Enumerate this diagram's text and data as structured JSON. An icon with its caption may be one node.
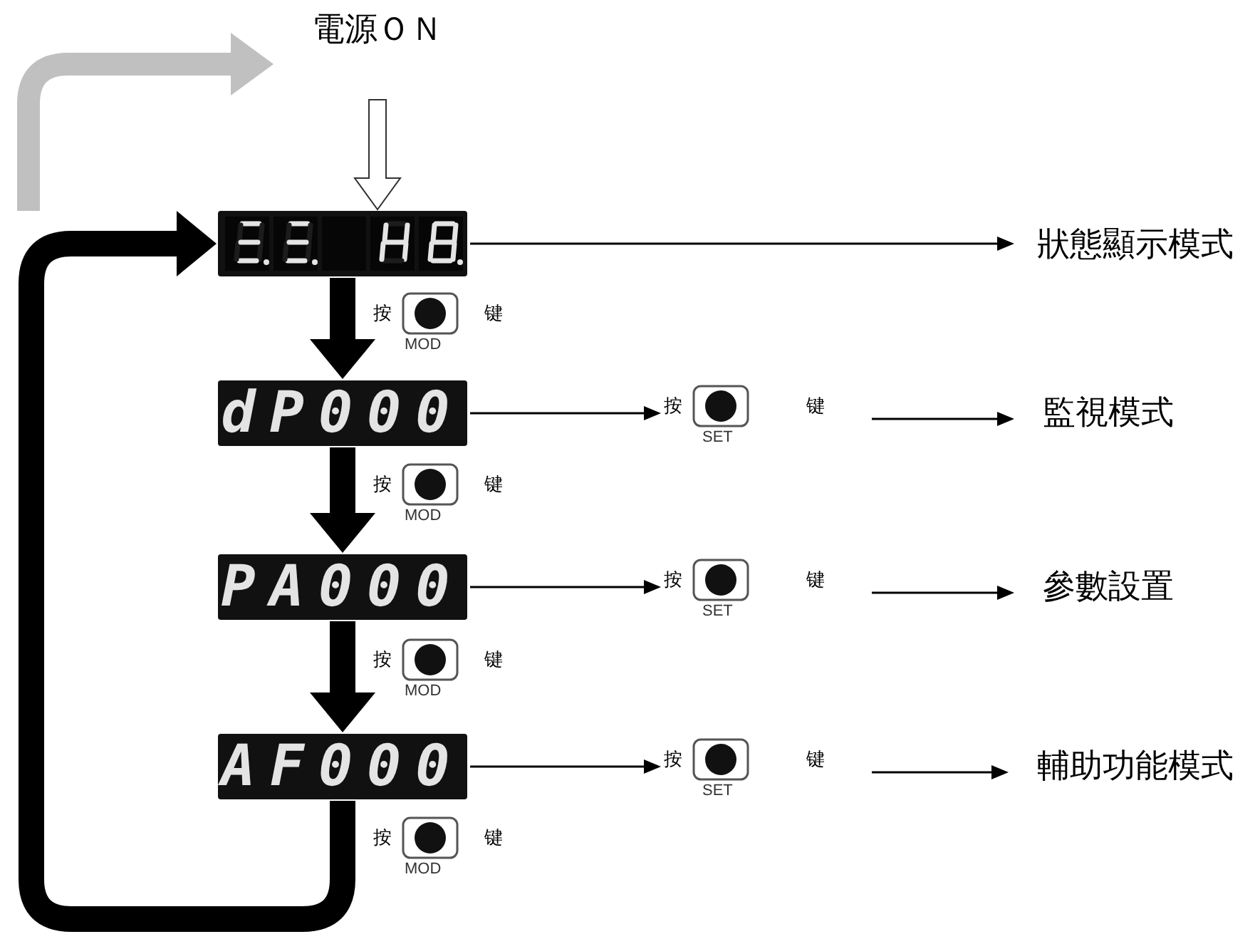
{
  "diagram": {
    "nodes": [
      {
        "text": [
          "電源ＯＮ"
        ]
      },
      {
        "text": [],
        "shape": "box"
      },
      {
        "text": [
          "狀態顯示模式"
        ]
      },
      {
        "text": [
          "dP000"
        ]
      },
      {
        "text": [
          "SET"
        ],
        "beside": [
          "按",
          "键"
        ]
      },
      {
        "text": [
          "監視模式"
        ]
      },
      {
        "text": [
          "PA000"
        ]
      },
      {
        "text": [
          "SET"
        ],
        "beside": [
          "按",
          "键"
        ]
      },
      {
        "text": [
          "參數設置"
        ]
      },
      {
        "text": [
          "AF000"
        ]
      },
      {
        "text": [
          "SET"
        ],
        "beside": [
          "按",
          "键"
        ]
      },
      {
        "text": [
          "輔助功能模式"
        ]
      }
    ],
    "edges": [
      {
        "from": 0,
        "to": 1,
        "arrow": "to"
      },
      {
        "from": null,
        "to": 0,
        "arrow": "to",
        "style": "thick",
        "color": "#c0c0c0"
      },
      {
        "from": 1,
        "to": 2,
        "arrow": "to"
      },
      {
        "from": 1,
        "to": 3,
        "arrow": "to",
        "style": "thick"
      },
      {
        "from": 3,
        "to": 4,
        "arrow": "to"
      },
      {
        "from": 4,
        "to": 5,
        "arrow": "to"
      },
      {
        "from": 3,
        "to": 6,
        "arrow": "to",
        "style": "thick"
      },
      {
        "from": 6,
        "to": 7,
        "arrow": "to"
      },
      {
        "from": 7,
        "to": 8,
        "arrow": "to"
      },
      {
        "from": 6,
        "to": 9,
        "arrow": "to",
        "style": "thick"
      },
      {
        "from": 9,
        "to": 10,
        "arrow": "to"
      },
      {
        "from": 10,
        "to": 11,
        "arrow": "to"
      },
      {
        "from": 9,
        "to": 1,
        "arrow": "to",
        "style": "thick"
      }
    ],
    "labels": [
      "按",
      "键",
      "MOD",
      "按",
      "键",
      "MOD",
      "按",
      "键",
      "MOD",
      "按",
      "键",
      "MOD"
    ]
  }
}
